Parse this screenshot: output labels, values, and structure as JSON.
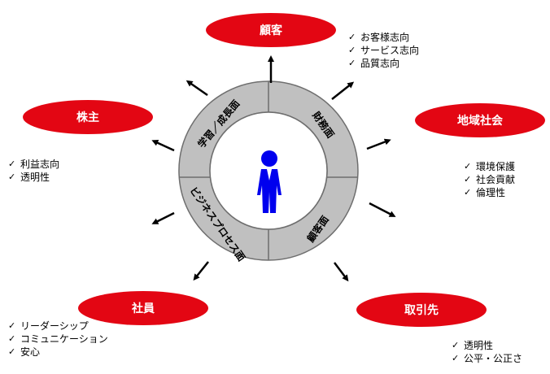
{
  "colors": {
    "ellipse_fill": "#e30613",
    "ring_fill": "#c0c0c0",
    "ring_stroke": "#6e6e6e",
    "person": "#0000ee",
    "arrow": "#000000"
  },
  "center": {
    "icon": "person-icon",
    "ring_segments": {
      "learning": "学習／成長面",
      "finance": "財務面",
      "business_process": "ビジネスプロセス面",
      "customer": "顧客面"
    }
  },
  "stakeholders": {
    "customer": {
      "label": "顧客",
      "items": [
        "お客様志向",
        "サービス志向",
        "品質志向"
      ]
    },
    "community": {
      "label": "地域社会",
      "items": [
        "環境保護",
        "社会貢献",
        "倫理性"
      ]
    },
    "partner": {
      "label": "取引先",
      "items": [
        "透明性",
        "公平・公正さ"
      ]
    },
    "employee": {
      "label": "社員",
      "items": [
        "リーダーシップ",
        "コミュニケーション",
        "安心"
      ]
    },
    "shareholder": {
      "label": "株主",
      "items": [
        "利益志向",
        "透明性"
      ]
    }
  },
  "check_glyph": "✓"
}
